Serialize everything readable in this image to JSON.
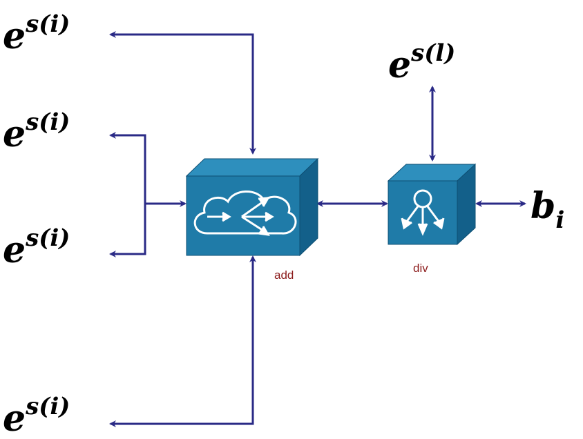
{
  "nodes": {
    "e1": {
      "base": "e",
      "sup": "s(i)"
    },
    "e2": {
      "base": "e",
      "sup": "s(i)"
    },
    "e3": {
      "base": "e",
      "sup": "s(i)"
    },
    "e4": {
      "base": "e",
      "sup": "s(i)"
    },
    "el": {
      "base": "e",
      "sup": "s(l)"
    },
    "bi": {
      "base": "b",
      "sub": "i"
    }
  },
  "boxes": {
    "add": {
      "label": "add"
    },
    "div": {
      "label": "div"
    }
  },
  "colors": {
    "arrow": "#2a2a86",
    "box_front": "#1f7ba8",
    "box_top": "#2e8fbd",
    "box_side": "#13608a",
    "label": "#8b1a1a"
  },
  "icons": {
    "add": "router-cloud-icon",
    "div": "distribution-hub-icon"
  }
}
